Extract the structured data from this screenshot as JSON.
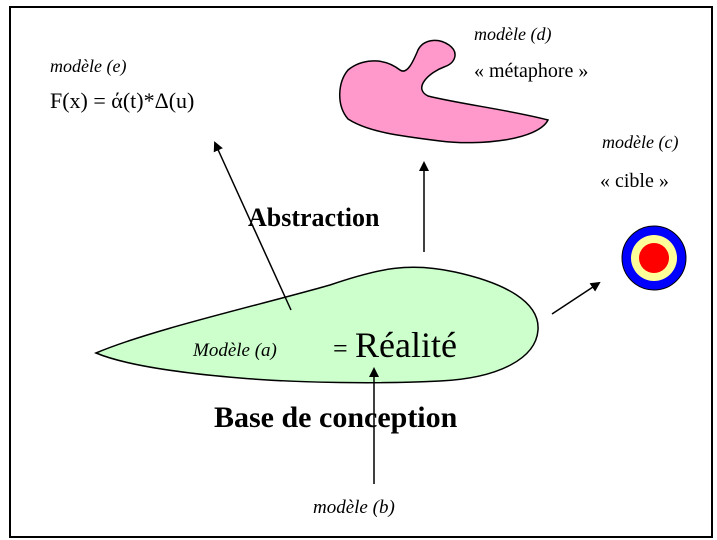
{
  "diagram": {
    "model_a": {
      "label": "Modèle (a)",
      "equals": "=",
      "value": "Réalité"
    },
    "model_b": {
      "label": "modèle (b)"
    },
    "model_c": {
      "label": "modèle (c)",
      "caption": "« cible »"
    },
    "model_d": {
      "label": "modèle (d)",
      "caption": "« métaphore »"
    },
    "model_e": {
      "label": "modèle (e)",
      "formula": "F(x) = ά(t)*Δ(u)"
    },
    "abstraction_label": "Abstraction",
    "base_label": "Base de conception",
    "colors": {
      "reality_fill": "#ccffcc",
      "metaphor_fill": "#ff99cc",
      "target_outer": "#0000ff",
      "target_middle": "#ffff99",
      "target_inner": "#ff0000",
      "frame": "#000000"
    }
  }
}
